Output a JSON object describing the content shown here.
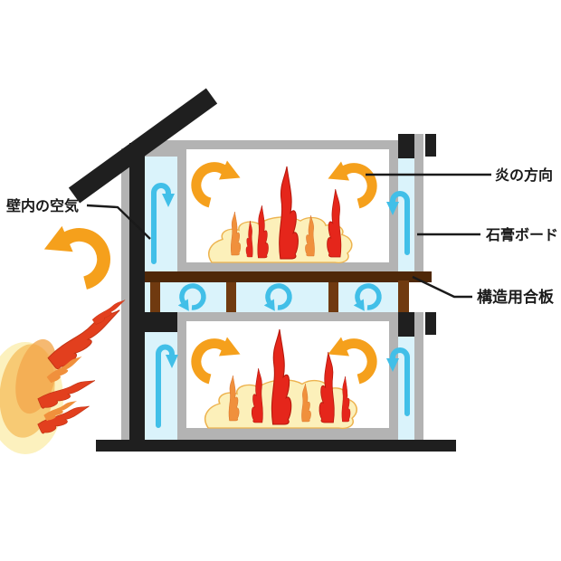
{
  "diagram": {
    "labels": {
      "wall_air": "壁内の空気",
      "flame_direction": "炎の方向",
      "gypsum_board": "石膏ボード",
      "structural_plywood": "構造用合板"
    },
    "colors": {
      "structure_black": "#1f1f1f",
      "board_gray": "#b3b3b3",
      "cavity_blue": "#daf3fb",
      "air_arrow_blue": "#41bfe8",
      "flame_arrow_orange": "#f5a01c",
      "plywood_brown": "#4f2808",
      "joist_brown": "#703a10",
      "flame_red": "#e5261b",
      "flame_red_outer": "#e23f1e",
      "flame_orange": "#f0903c",
      "flame_base_yellow": "#fcf0ba",
      "label_text": "#1a1a1a",
      "leader_line": "#1a1a1a"
    }
  }
}
